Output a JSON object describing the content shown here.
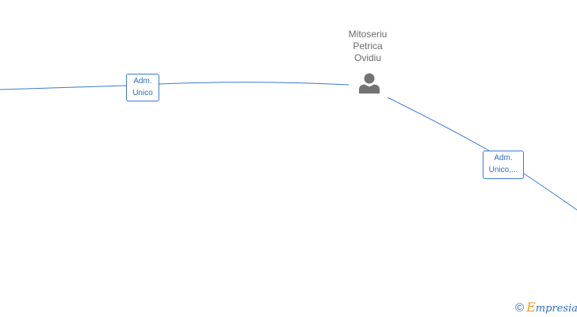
{
  "diagram": {
    "person": {
      "name_lines": [
        "Mitoseriu",
        "Petrica",
        "Ovidiu"
      ],
      "icon": "person-icon"
    },
    "relations": [
      {
        "label_lines": [
          "Adm.",
          "Unico"
        ]
      },
      {
        "label_lines": [
          "Adm.",
          "Unico,..."
        ]
      }
    ]
  },
  "watermark": {
    "symbol": "©",
    "brand_initial": "E",
    "brand_rest": "mpresia"
  },
  "colors": {
    "edge": "#3a79d0",
    "label_text": "#2f6dc7",
    "person_text": "#6b6b6b",
    "person_icon": "#737373",
    "brand_accent": "#f0a020"
  }
}
